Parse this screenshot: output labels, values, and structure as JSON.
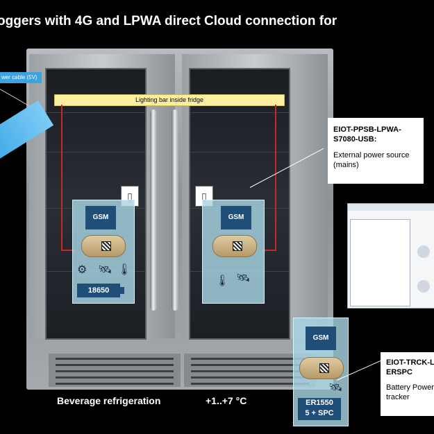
{
  "title": "oggers with 4G and LPWA direct Cloud connection for",
  "labels": {
    "power_cable": "wer cable (5V)",
    "lighting_bar": "Lighting bar inside fridge"
  },
  "left_logger": {
    "gsm": "GSM",
    "battery": "18650"
  },
  "right_logger": {
    "gsm": "GSM"
  },
  "callout_ppsb": {
    "title": "EIOT-PPSB-LPWA-S7080-USB:",
    "text": "External power source (mains)"
  },
  "tracker": {
    "gsm": "GSM",
    "battery_line1": "ER1550",
    "battery_line2": "5 + SPC"
  },
  "callout_trck": {
    "title_line1": "EIOT-TRCK-L",
    "title_line2": "ERSPC",
    "text_line1": "Battery Power",
    "text_line2": "tracker"
  },
  "captions": {
    "beverage": "Beverage refrigeration",
    "temperature": "+1..+7 °C"
  },
  "colors": {
    "accent_blue": "#3aa3e0",
    "gsm_navy": "#1f4e79",
    "sensor_box": "#a8d6e4",
    "lighting_bar": "#fdf0a0"
  }
}
